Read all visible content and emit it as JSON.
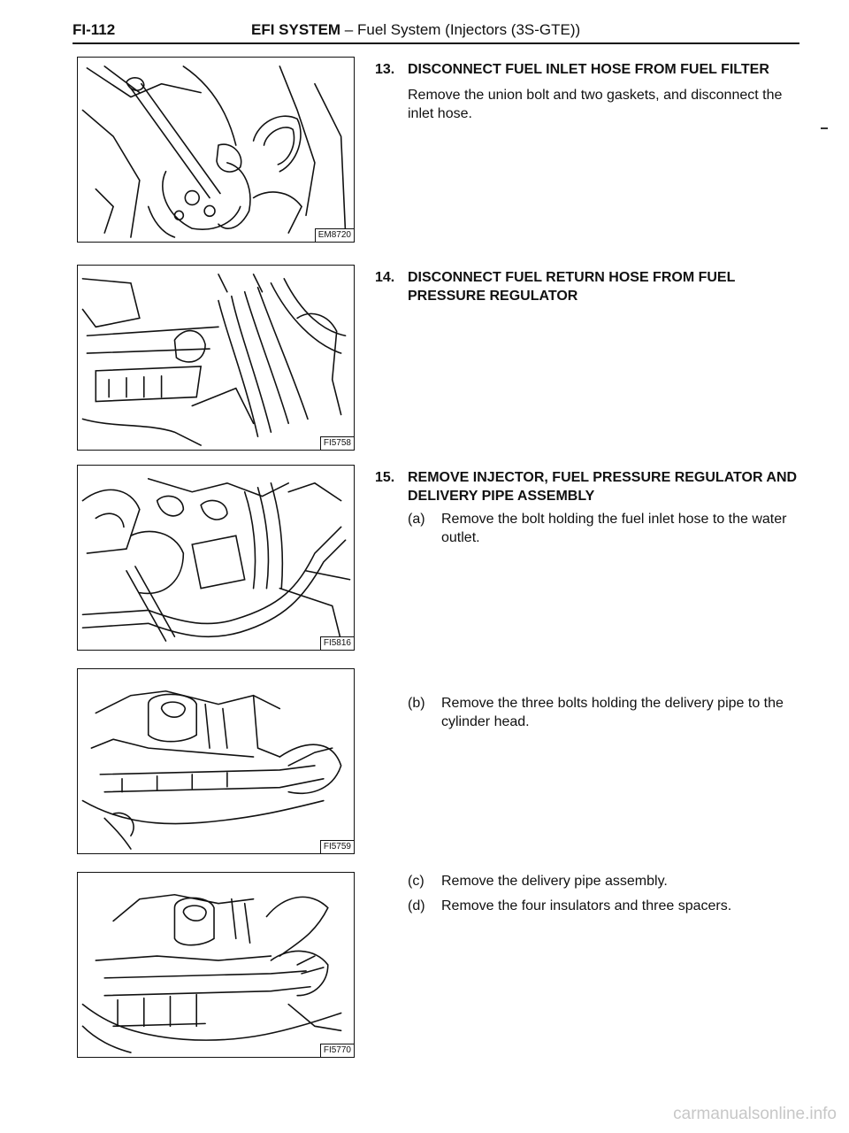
{
  "header": {
    "page_code": "FI-112",
    "title_bold": "EFI SYSTEM",
    "title_rest": " – Fuel System (Injectors (3S-GTE))"
  },
  "figures": [
    {
      "code": "EM8720"
    },
    {
      "code": "FI5758"
    },
    {
      "code": "FI5816"
    },
    {
      "code": "FI5759"
    },
    {
      "code": "FI5770"
    }
  ],
  "steps": [
    {
      "num": "13.",
      "title": "DISCONNECT FUEL INLET HOSE FROM FUEL FILTER",
      "body": "Remove the union bolt and two gaskets, and disconnect the inlet hose."
    },
    {
      "num": "14.",
      "title": "DISCONNECT FUEL RETURN HOSE FROM FUEL PRESSURE REGULATOR"
    },
    {
      "num": "15.",
      "title": "REMOVE INJECTOR, FUEL PRESSURE REGULATOR AND DELIVERY PIPE ASSEMBLY"
    }
  ],
  "substeps": [
    {
      "label": "(a)",
      "text": "Remove the bolt holding the fuel inlet hose to the water outlet."
    },
    {
      "label": "(b)",
      "text": "Remove the three bolts holding the delivery pipe to the cylinder head."
    },
    {
      "label": "(c)",
      "text": "Remove the delivery pipe assembly."
    },
    {
      "label": "(d)",
      "text": "Remove the four insulators and three spacers."
    }
  ],
  "watermark": "carmanualsonline.info"
}
